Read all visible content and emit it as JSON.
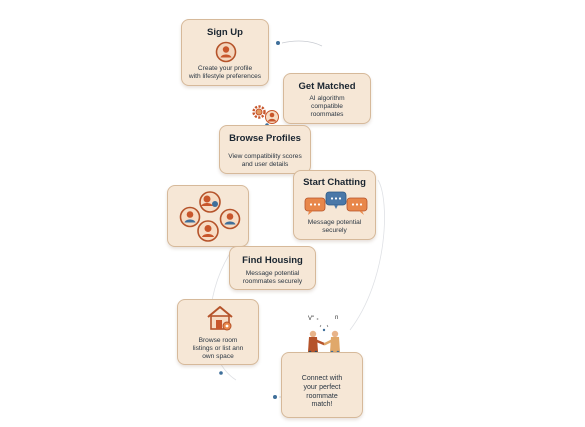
{
  "steps": [
    {
      "id": "sign-up",
      "title": "Sign Up",
      "desc_lines": [
        "Create your profile",
        "with lifestyle preferences"
      ]
    },
    {
      "id": "get-matched",
      "title": "Get Matched",
      "desc_lines": [
        "AI algorithm",
        "compatible",
        "roommates"
      ]
    },
    {
      "id": "browse-profiles",
      "title": "Browse Profiles",
      "desc_lines": [
        "View compatibility scores",
        "and user details"
      ]
    },
    {
      "id": "start-chatting",
      "title": "Start Chatting",
      "desc_lines": [
        "Message potential",
        "securely"
      ]
    },
    {
      "id": "find-housing",
      "title": "Find Housing",
      "desc_lines": [
        "Message potential",
        "roommates securely"
      ]
    },
    {
      "id": "browse-listings",
      "title": "",
      "desc_lines": [
        "Browse room",
        "listings or list ann",
        "own space"
      ]
    },
    {
      "id": "connect",
      "title": "",
      "desc_lines": [
        "Connect with",
        "your perfect",
        "roommate",
        "match!"
      ]
    }
  ],
  "doodle_text": {
    "left": "V'' ₊",
    "right": "n"
  },
  "icons": {
    "sign_up": "user-profile-icon",
    "get_matched": "gears-user-icon",
    "chat": "chat-bubbles-icon",
    "group": "user-group-icon",
    "house": "house-icon",
    "handshake": "handshake-people-icon"
  },
  "colors": {
    "card_bg": "#f6e7d6",
    "card_border": "#d6b99a",
    "accent_orange": "#d9723a",
    "accent_blue": "#3f6f9a",
    "text_dark": "#1a2530"
  }
}
